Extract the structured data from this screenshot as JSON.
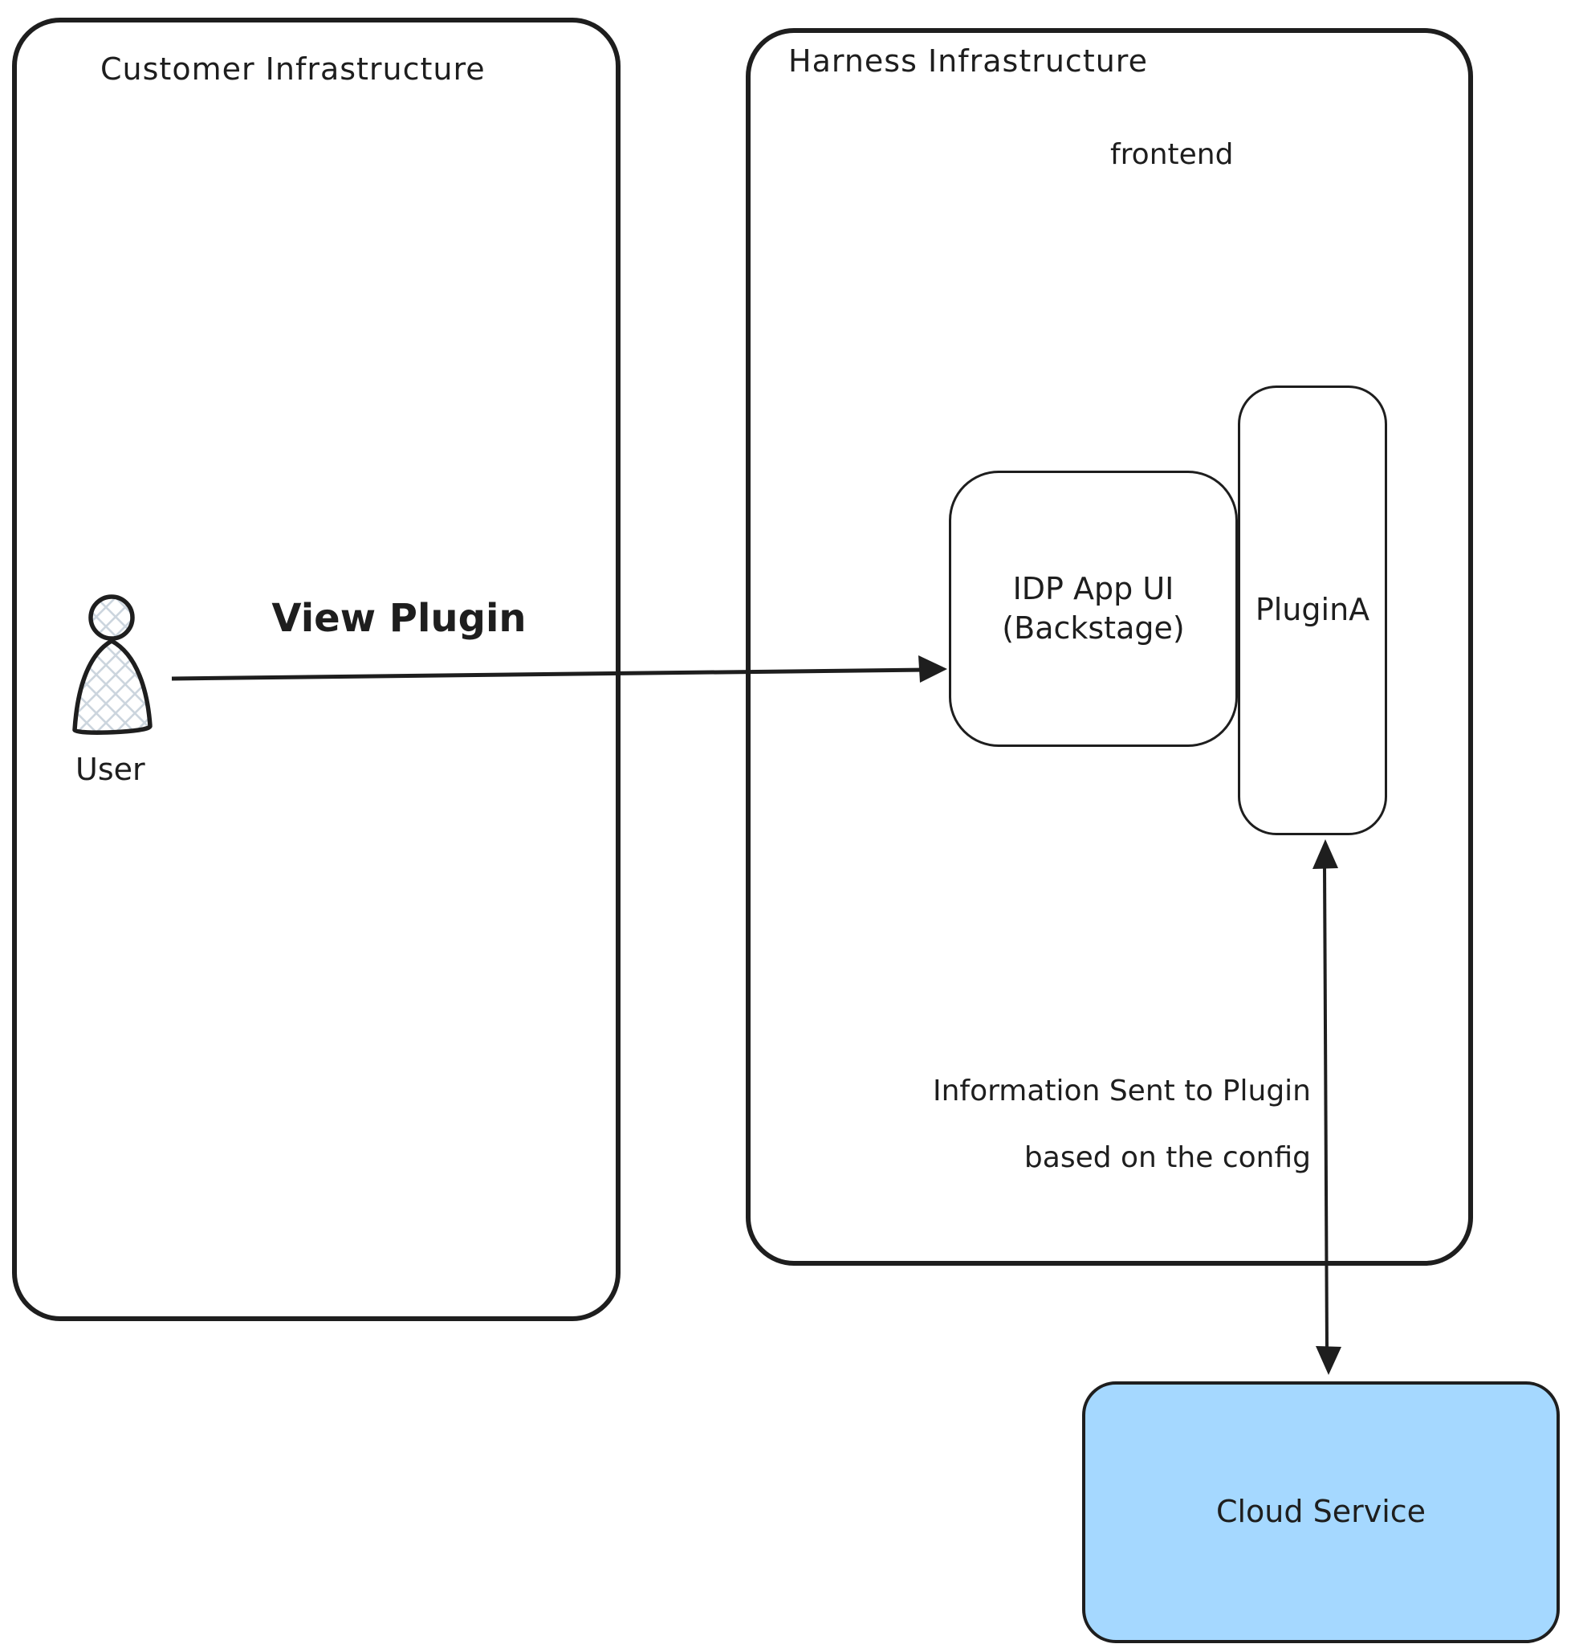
{
  "colors": {
    "stroke": "#1e1e1e",
    "cloud_fill": "#a5d8ff",
    "hatch": "#ccd5de",
    "background": "#ffffff"
  },
  "containers": {
    "customer": {
      "title": "Customer Infrastructure"
    },
    "harness": {
      "title": "Harness Infrastructure",
      "sublabel": "frontend"
    }
  },
  "nodes": {
    "user": {
      "label": "User"
    },
    "idp": {
      "line1": "IDP App UI",
      "line2": "(Backstage)"
    },
    "plugin": {
      "label": "PluginA"
    },
    "cloud": {
      "label": "Cloud Service"
    }
  },
  "edges": {
    "view_plugin": {
      "label": "View Plugin"
    },
    "info": {
      "line1": "Information Sent to Plugin",
      "line2": "based on the config"
    }
  }
}
